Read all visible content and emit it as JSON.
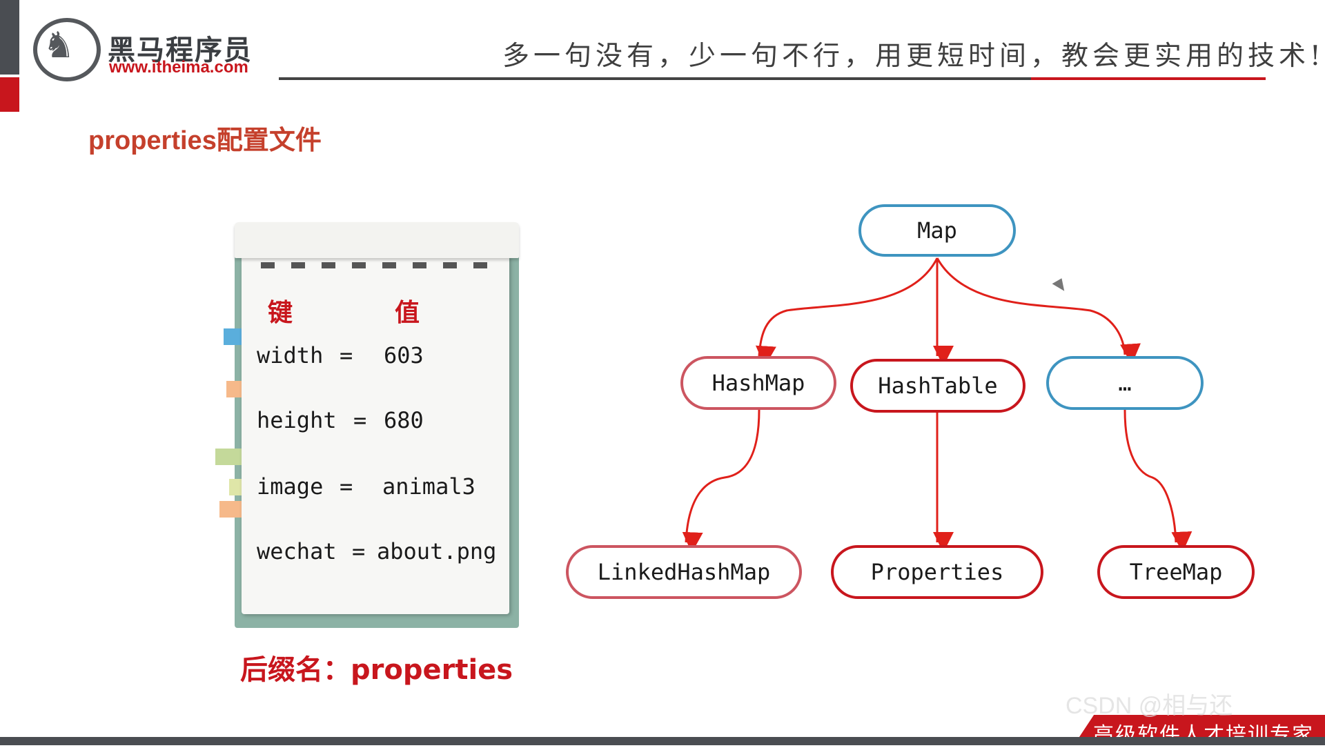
{
  "header": {
    "brand_cn": "黑马程序员",
    "brand_url": "www.itheima.com",
    "slogan": "多一句没有，少一句不行，用更短时间，教会更实用的技术!"
  },
  "page_title": "properties配置文件",
  "notepad": {
    "key_header": "键",
    "value_header": "值",
    "rows": [
      {
        "key": "width",
        "eq": "=",
        "value": "603"
      },
      {
        "key": "height",
        "eq": "=",
        "value": "680"
      },
      {
        "key": "image",
        "eq": "=",
        "value": "animal3"
      },
      {
        "key": "wechat",
        "eq": "=",
        "value": "about.png"
      }
    ],
    "suffix": "后缀名：properties"
  },
  "diagram": {
    "root": "Map",
    "level1": [
      "HashMap",
      "HashTable",
      "…"
    ],
    "level2": [
      "LinkedHashMap",
      "Properties",
      "TreeMap"
    ]
  },
  "footer": {
    "text": "高级软件人才培训专家",
    "watermark": "CSDN @相与还"
  },
  "colors": {
    "brand_red": "#c8161d",
    "node_blue": "#3e94c0",
    "arrow_red": "#e0201a"
  }
}
